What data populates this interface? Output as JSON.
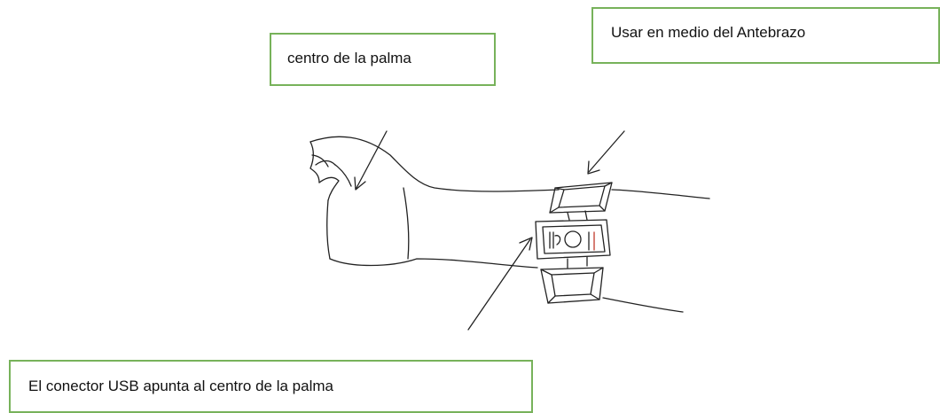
{
  "labels": {
    "palm_center": "centro de la palma",
    "forearm_middle": "Usar en medio del Antebrazo",
    "usb_connector": "El conector USB apunta al centro de la palma"
  },
  "colors": {
    "callout_border": "#77b25a",
    "line_art": "#222222",
    "accent_mark": "#c0392b"
  },
  "icons": [
    "hand-sketch",
    "wrist-device",
    "usb-port-icon",
    "power-button-icon",
    "arrow-icon"
  ]
}
